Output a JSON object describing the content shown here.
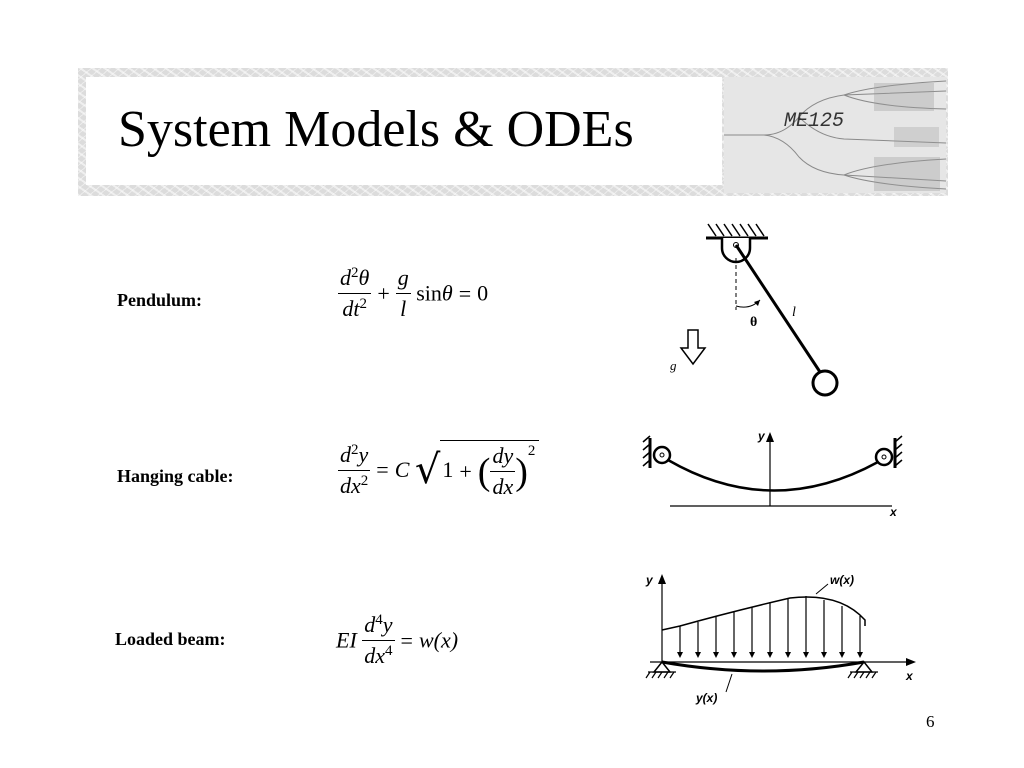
{
  "slide": {
    "title": "System Models & ODEs",
    "logo_text": "ME125",
    "page_number": "6"
  },
  "models": [
    {
      "label": "Pendulum:",
      "equation": {
        "frac1_num_var": "d",
        "frac1_num_exp": "2",
        "frac1_num_sym": "θ",
        "frac1_den_var": "dt",
        "frac1_den_exp": "2",
        "plus": "+",
        "frac2_num": "g",
        "frac2_den": "l",
        "func": "sin",
        "arg": "θ",
        "equals": "=",
        "rhs": "0"
      },
      "figure": {
        "length_label": "l",
        "angle_label": "θ",
        "gravity_label": "g"
      }
    },
    {
      "label": "Hanging cable:",
      "equation": {
        "num_var": "d",
        "num_exp": "2",
        "num_sym": "y",
        "den_var": "dx",
        "den_exp": "2",
        "equals": "=",
        "const": "C",
        "one": "1",
        "plus": "+",
        "inner_num": "dy",
        "inner_den": "dx",
        "power": "2"
      },
      "figure": {
        "y_axis_label": "y",
        "x_axis_label": "x"
      }
    },
    {
      "label": "Loaded beam:",
      "equation": {
        "coef": "EI",
        "num_var": "d",
        "num_exp": "4",
        "num_sym": "y",
        "den_var": "dx",
        "den_exp": "4",
        "equals": "=",
        "rhs": "w(x)"
      },
      "figure": {
        "y_axis_label": "y",
        "x_axis_label": "x",
        "load_label": "w(x)",
        "deflection_label": "y(x)"
      }
    }
  ]
}
